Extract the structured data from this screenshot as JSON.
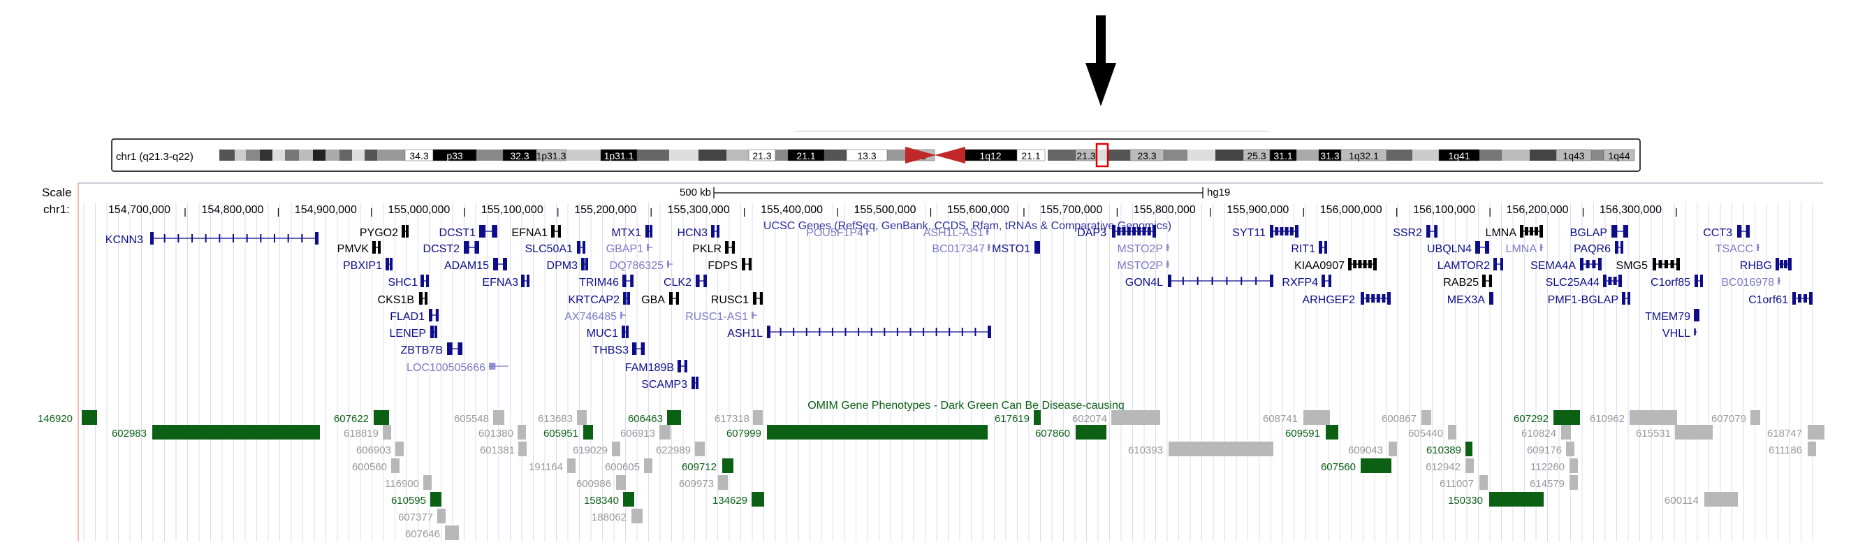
{
  "ideogram": {
    "label": "chr1 (q21.3-q22)",
    "bands": [
      "34.3",
      "p33",
      "32.3",
      "1p31.3",
      "1p31.1",
      "21.3",
      "21.1",
      "13.3",
      "12",
      "1q12",
      "21.1",
      "21.3",
      "23.3",
      "25.3",
      "31.1",
      "31.3",
      "1q32.1",
      "1q41",
      "1q43",
      "1q44"
    ]
  },
  "scale": {
    "label": "Scale",
    "size_text": "500 kb",
    "assembly": "hg19"
  },
  "ruler": {
    "chrom_label": "chr1:",
    "ticks": [
      "154,700,000",
      "154,800,000",
      "154,900,000",
      "155,000,000",
      "155,100,000",
      "155,200,000",
      "155,300,000",
      "155,400,000",
      "155,500,000",
      "155,600,000",
      "155,700,000",
      "155,800,000",
      "155,900,000",
      "156,000,000",
      "156,100,000",
      "156,200,000",
      "156,300,000"
    ]
  },
  "genes_track": {
    "title": "UCSC Genes (RefSeq, GenBank, CCDS, Rfam, tRNAs & Comparative Genomics)",
    "colors": {
      "coding": "#0d0d8a",
      "noncoding": "#7a7ac8",
      "black": "#000000"
    },
    "genes": [
      {
        "name": "KCNN3",
        "color": "coding"
      },
      {
        "name": "PYGO2",
        "color": "black"
      },
      {
        "name": "PMVK",
        "color": "black"
      },
      {
        "name": "PBXIP1",
        "color": "coding"
      },
      {
        "name": "SHC1",
        "color": "coding"
      },
      {
        "name": "CKS1B",
        "color": "black"
      },
      {
        "name": "FLAD1",
        "color": "coding"
      },
      {
        "name": "LENEP",
        "color": "coding"
      },
      {
        "name": "ZBTB7B",
        "color": "coding"
      },
      {
        "name": "LOC100505666",
        "color": "noncoding"
      },
      {
        "name": "DCST1",
        "color": "coding"
      },
      {
        "name": "DCST2",
        "color": "coding"
      },
      {
        "name": "ADAM15",
        "color": "coding"
      },
      {
        "name": "EFNA3",
        "color": "coding"
      },
      {
        "name": "EFNA1",
        "color": "black"
      },
      {
        "name": "SLC50A1",
        "color": "coding"
      },
      {
        "name": "DPM3",
        "color": "coding"
      },
      {
        "name": "MTX1",
        "color": "coding"
      },
      {
        "name": "GBAP1",
        "color": "noncoding"
      },
      {
        "name": "DQ786325",
        "color": "noncoding"
      },
      {
        "name": "TRIM46",
        "color": "coding"
      },
      {
        "name": "KRTCAP2",
        "color": "coding"
      },
      {
        "name": "AX746485",
        "color": "noncoding"
      },
      {
        "name": "MUC1",
        "color": "coding"
      },
      {
        "name": "THBS3",
        "color": "coding"
      },
      {
        "name": "FAM189B",
        "color": "coding"
      },
      {
        "name": "SCAMP3",
        "color": "coding"
      },
      {
        "name": "HCN3",
        "color": "coding"
      },
      {
        "name": "PKLR",
        "color": "black"
      },
      {
        "name": "FDPS",
        "color": "black"
      },
      {
        "name": "CLK2",
        "color": "coding"
      },
      {
        "name": "GBA",
        "color": "black"
      },
      {
        "name": "RUSC1",
        "color": "black"
      },
      {
        "name": "RUSC1-AS1",
        "color": "noncoding"
      },
      {
        "name": "ASH1L",
        "color": "coding"
      },
      {
        "name": "POU5F1P4",
        "color": "noncoding"
      },
      {
        "name": "ASH1L-AS1",
        "color": "noncoding"
      },
      {
        "name": "BC017347",
        "color": "noncoding"
      },
      {
        "name": "MSTO1",
        "color": "coding"
      },
      {
        "name": "DAP3",
        "color": "coding"
      },
      {
        "name": "MSTO2P",
        "color": "noncoding"
      },
      {
        "name": "MSTO2P",
        "color": "noncoding"
      },
      {
        "name": "GON4L",
        "color": "coding"
      },
      {
        "name": "SYT11",
        "color": "coding"
      },
      {
        "name": "RIT1",
        "color": "coding"
      },
      {
        "name": "KIAA0907",
        "color": "black"
      },
      {
        "name": "RXFP4",
        "color": "coding"
      },
      {
        "name": "ARHGEF2",
        "color": "coding"
      },
      {
        "name": "SSR2",
        "color": "coding"
      },
      {
        "name": "UBQLN4",
        "color": "coding"
      },
      {
        "name": "LAMTOR2",
        "color": "coding"
      },
      {
        "name": "RAB25",
        "color": "black"
      },
      {
        "name": "MEX3A",
        "color": "coding"
      },
      {
        "name": "LMNA",
        "color": "black"
      },
      {
        "name": "LMNA",
        "color": "noncoding"
      },
      {
        "name": "SEMA4A",
        "color": "coding"
      },
      {
        "name": "SLC25A44",
        "color": "coding"
      },
      {
        "name": "PMF1-BGLAP",
        "color": "coding"
      },
      {
        "name": "BGLAP",
        "color": "coding"
      },
      {
        "name": "PAQR6",
        "color": "coding"
      },
      {
        "name": "SMG5",
        "color": "black"
      },
      {
        "name": "C1orf85",
        "color": "coding"
      },
      {
        "name": "TMEM79",
        "color": "coding"
      },
      {
        "name": "VHLL",
        "color": "coding"
      },
      {
        "name": "CCT3",
        "color": "coding"
      },
      {
        "name": "TSACC",
        "color": "noncoding"
      },
      {
        "name": "RHBG",
        "color": "coding"
      },
      {
        "name": "BC016978",
        "color": "noncoding"
      },
      {
        "name": "C1orf61",
        "color": "coding"
      }
    ]
  },
  "omim_track": {
    "title": "OMIM Gene Phenotypes - Dark Green Can Be Disease-causing",
    "colors": {
      "disease": "#0b6014",
      "other": "#b8b8b8",
      "other_text": "#999999"
    },
    "items": [
      {
        "id": "146920",
        "type": "disease"
      },
      {
        "id": "602983",
        "type": "disease"
      },
      {
        "id": "607622",
        "type": "disease"
      },
      {
        "id": "618819",
        "type": "other"
      },
      {
        "id": "606903",
        "type": "other"
      },
      {
        "id": "600560",
        "type": "other"
      },
      {
        "id": "116900",
        "type": "other"
      },
      {
        "id": "610595",
        "type": "disease"
      },
      {
        "id": "607377",
        "type": "other"
      },
      {
        "id": "607646",
        "type": "other"
      },
      {
        "id": "605548",
        "type": "other"
      },
      {
        "id": "601380",
        "type": "other"
      },
      {
        "id": "601381",
        "type": "other"
      },
      {
        "id": "191164",
        "type": "other"
      },
      {
        "id": "613683",
        "type": "other"
      },
      {
        "id": "605951",
        "type": "disease"
      },
      {
        "id": "619029",
        "type": "other"
      },
      {
        "id": "600605",
        "type": "other"
      },
      {
        "id": "600986",
        "type": "other"
      },
      {
        "id": "158340",
        "type": "disease"
      },
      {
        "id": "188062",
        "type": "other"
      },
      {
        "id": "606463",
        "type": "disease"
      },
      {
        "id": "606913",
        "type": "other"
      },
      {
        "id": "622989",
        "type": "other"
      },
      {
        "id": "609712",
        "type": "disease"
      },
      {
        "id": "609973",
        "type": "other"
      },
      {
        "id": "617318",
        "type": "other"
      },
      {
        "id": "607999",
        "type": "disease"
      },
      {
        "id": "134629",
        "type": "disease"
      },
      {
        "id": "617619",
        "type": "disease"
      },
      {
        "id": "607860",
        "type": "disease"
      },
      {
        "id": "602074",
        "type": "other"
      },
      {
        "id": "610393",
        "type": "other"
      },
      {
        "id": "608741",
        "type": "other"
      },
      {
        "id": "609591",
        "type": "disease"
      },
      {
        "id": "609043",
        "type": "other"
      },
      {
        "id": "607560",
        "type": "disease"
      },
      {
        "id": "600867",
        "type": "other"
      },
      {
        "id": "605440",
        "type": "other"
      },
      {
        "id": "610389",
        "type": "disease"
      },
      {
        "id": "612942",
        "type": "other"
      },
      {
        "id": "611007",
        "type": "other"
      },
      {
        "id": "150330",
        "type": "disease"
      },
      {
        "id": "607292",
        "type": "disease"
      },
      {
        "id": "610824",
        "type": "other"
      },
      {
        "id": "609176",
        "type": "other"
      },
      {
        "id": "112260",
        "type": "other"
      },
      {
        "id": "614579",
        "type": "other"
      },
      {
        "id": "600114",
        "type": "other"
      },
      {
        "id": "610962",
        "type": "other"
      },
      {
        "id": "615531",
        "type": "other"
      },
      {
        "id": "607079",
        "type": "other"
      },
      {
        "id": "618747",
        "type": "other"
      },
      {
        "id": "611186",
        "type": "other"
      }
    ]
  }
}
